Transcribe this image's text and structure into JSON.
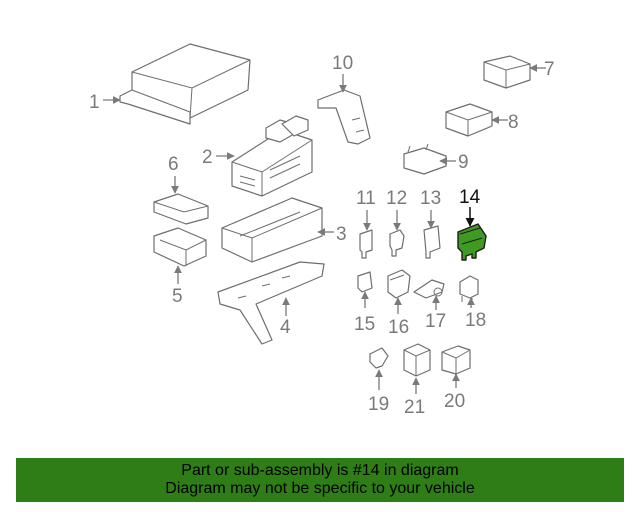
{
  "diagram": {
    "highlighted_part": "14",
    "callouts": {
      "c1": "1",
      "c2": "2",
      "c3": "3",
      "c4": "4",
      "c5": "5",
      "c6": "6",
      "c7": "7",
      "c8": "8",
      "c9": "9",
      "c10": "10",
      "c11": "11",
      "c12": "12",
      "c13": "13",
      "c14": "14",
      "c15": "15",
      "c16": "16",
      "c17": "17",
      "c18": "18",
      "c19": "19",
      "c20": "20",
      "c21": "21"
    },
    "colors": {
      "highlight": "#3f9a22",
      "banner": "#2e7d17",
      "line": "#7a7a7a"
    }
  },
  "banner": {
    "line1": "Part or sub-assembly is #14 in diagram",
    "line2": "Diagram may not be specific to your vehicle"
  }
}
